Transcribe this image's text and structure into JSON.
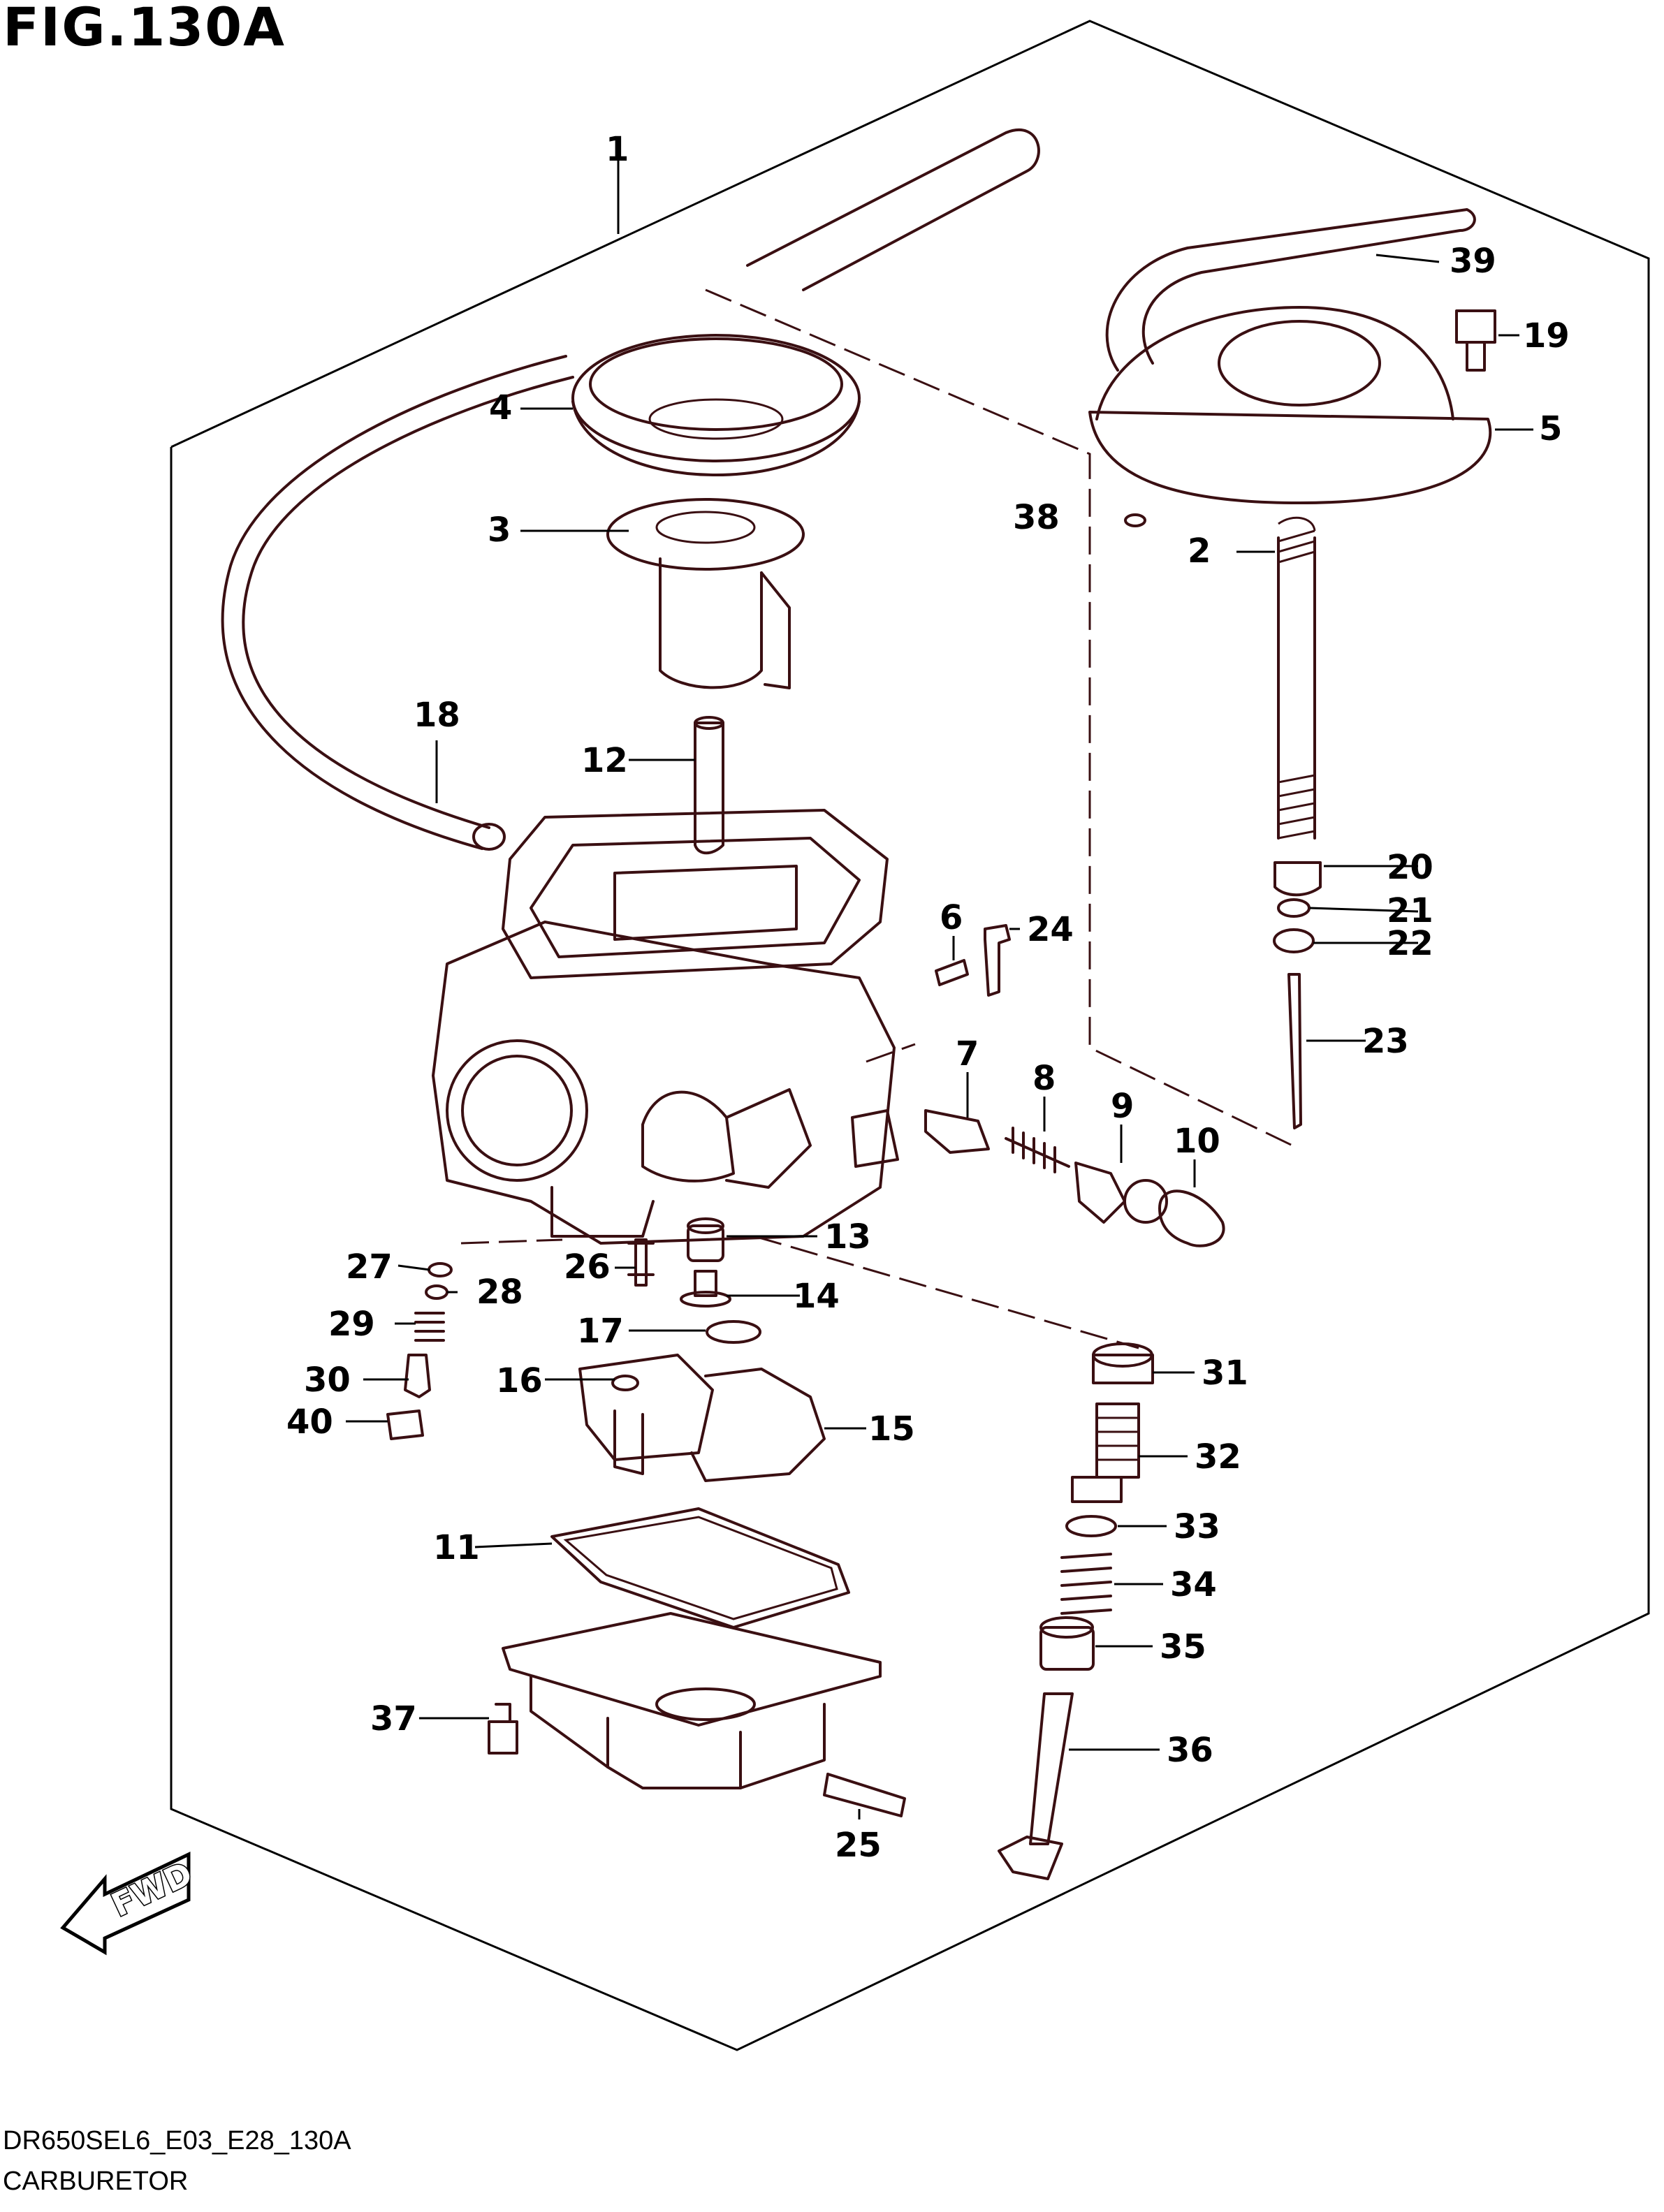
{
  "figure": {
    "title": "FIG.130A"
  },
  "footer": {
    "code": "DR650SEL6_E03_E28_130A",
    "name": "CARBURETOR"
  },
  "direction_label": "FWD",
  "callouts": [
    "1",
    "2",
    "3",
    "4",
    "5",
    "6",
    "7",
    "8",
    "9",
    "10",
    "11",
    "12",
    "13",
    "14",
    "15",
    "16",
    "17",
    "18",
    "19",
    "20",
    "21",
    "22",
    "23",
    "24",
    "25",
    "26",
    "27",
    "28",
    "29",
    "30",
    "31",
    "32",
    "33",
    "34",
    "35",
    "36",
    "37",
    "38",
    "39",
    "40"
  ],
  "colors": {
    "line_art": "#3a0f12",
    "text": "#000000",
    "background": "#ffffff"
  }
}
